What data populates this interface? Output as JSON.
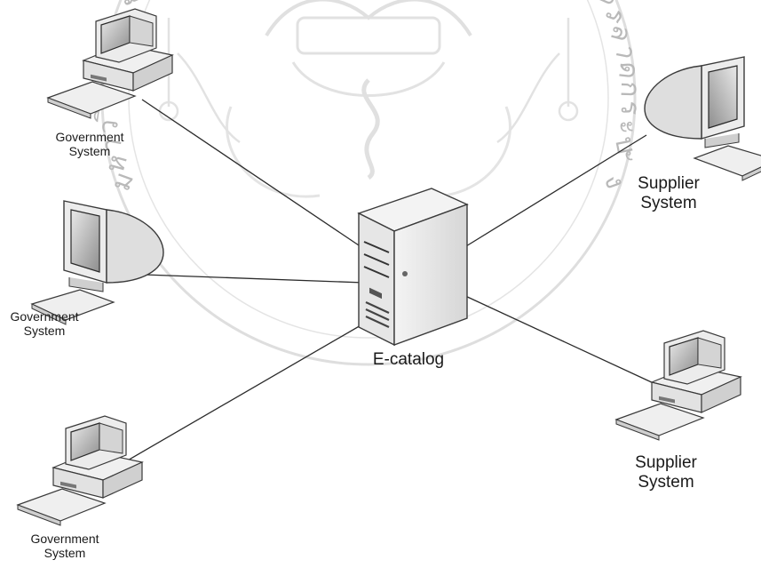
{
  "nodes": {
    "server": {
      "label": "E-catalog"
    },
    "gov_top": {
      "line1": "Government",
      "line2": "System"
    },
    "gov_middle": {
      "line1": "Government",
      "line2": "System"
    },
    "gov_bottom": {
      "line1": "Government",
      "line2": "System"
    },
    "sup_top": {
      "line1": "Supplier",
      "line2": "System"
    },
    "sup_bottom": {
      "line1": "Supplier",
      "line2": "System"
    }
  },
  "watermark": {
    "text": "มหาวิทยาลัยเทคโนโลยีพระจอมเกล้าเจ้าคุณทหารลาดกระบัง"
  },
  "colors": {
    "line": "#2b2b2b",
    "device_fill": "#f2f2f2",
    "device_stroke": "#3a3a3a",
    "watermark": "#b9b9b9"
  }
}
